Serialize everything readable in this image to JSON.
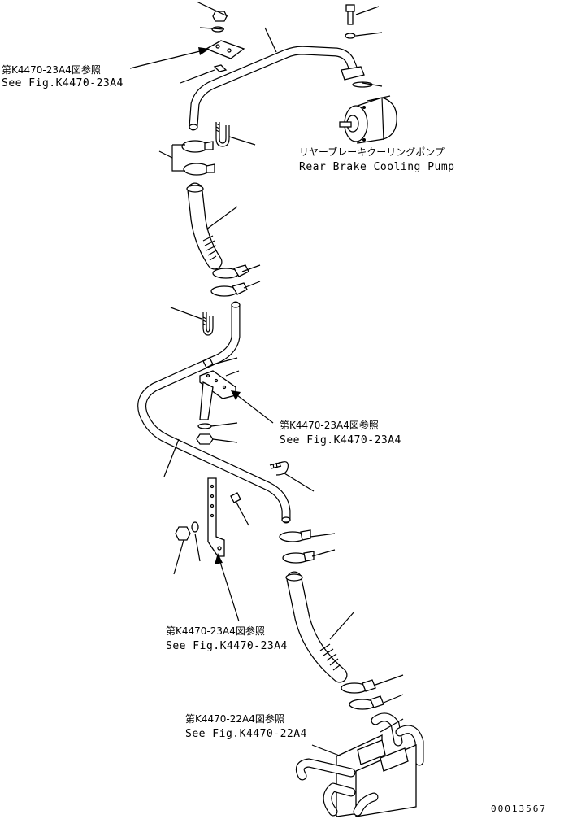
{
  "references": {
    "ref_top_jp": "第K4470-23A4図参照",
    "ref_top_en": "See Fig.K4470-23A4",
    "ref_mid_jp": "第K4470-23A4図参照",
    "ref_mid_en": "See Fig.K4470-23A4",
    "ref_low_jp": "第K4470-23A4図参照",
    "ref_low_en": "See Fig.K4470-23A4",
    "ref_bottom_jp": "第K4470-22A4図参照",
    "ref_bottom_en": "See Fig.K4470-22A4"
  },
  "pump": {
    "label_jp": "リヤーブレーキクーリングポンプ",
    "label_en": "Rear Brake Cooling Pump"
  },
  "drawing_number": "00013567"
}
